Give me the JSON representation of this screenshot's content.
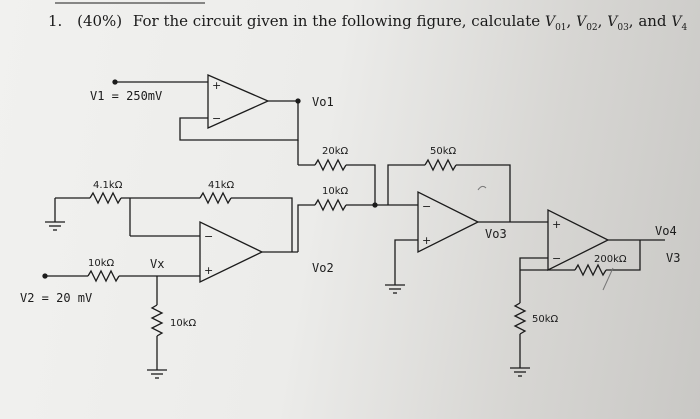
{
  "question": {
    "number": "1.",
    "weight": "(40%)",
    "text": "For the circuit given in the following figure, calculate",
    "symbols": [
      "V",
      "V",
      "V",
      "V"
    ],
    "subscripts": [
      "01",
      "02",
      "03",
      "4"
    ],
    "sep1": ",",
    "sep2": ",",
    "conj": ", and"
  },
  "circuit": {
    "v1_label": "V1 = 250mV",
    "v2_label": "V2 = 20 mV",
    "vx_label": "Vx",
    "vo1_label": "Vo1",
    "vo2_label": "Vo2",
    "vo3_label": "Vo3",
    "vo4_label": "Vo4",
    "v3_label": "V3",
    "r_4k1": "4.1kΩ",
    "r_41k": "41kΩ",
    "r_10k_in": "10kΩ",
    "r_10k_gnd": "10kΩ",
    "r_20k": "20kΩ",
    "r_10k_sum": "10kΩ",
    "r_50k_fb": "50kΩ",
    "r_50k_gnd": "50kΩ",
    "r_200k": "200kΩ",
    "plus": "+",
    "minus": "−"
  }
}
